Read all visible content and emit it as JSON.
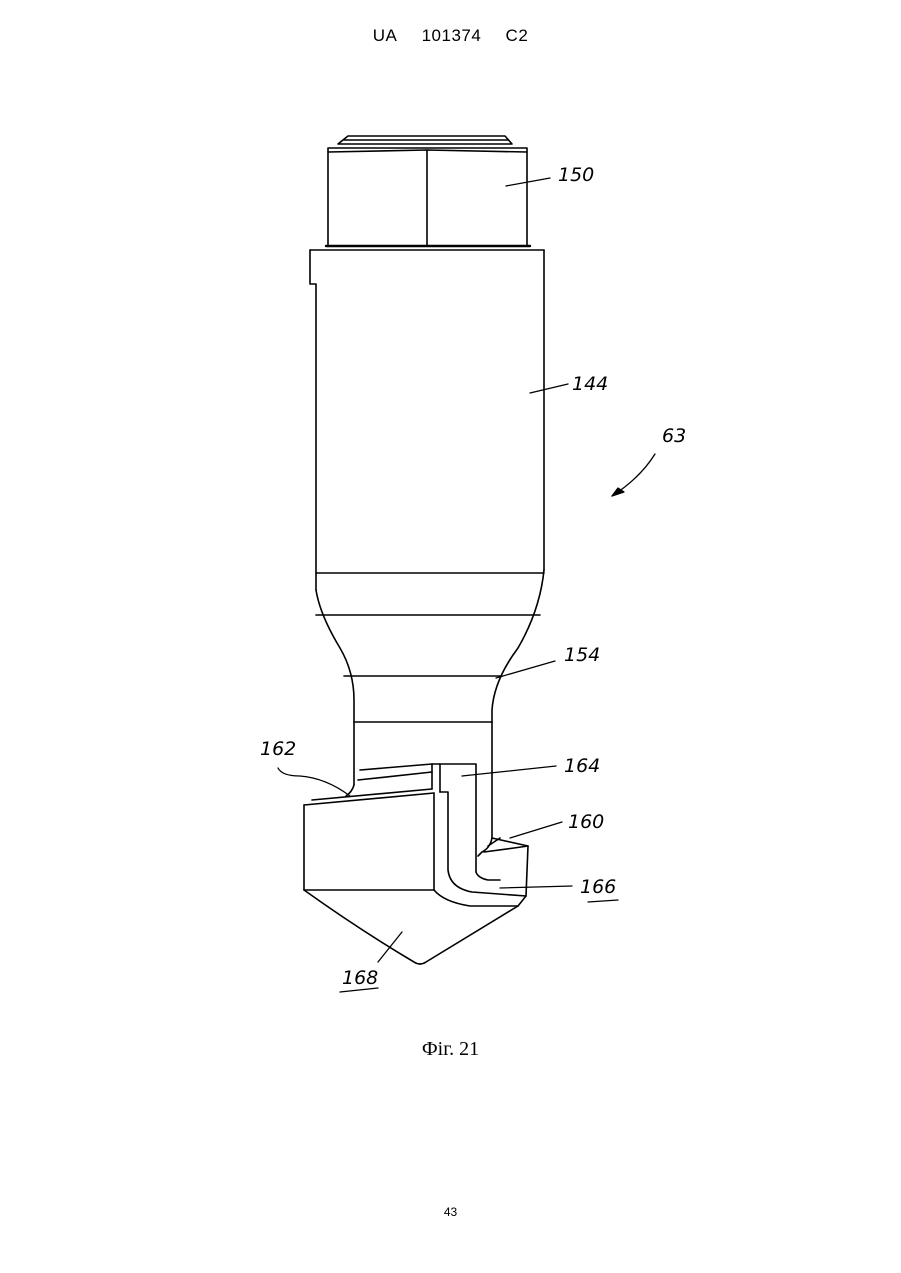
{
  "header": {
    "country": "UA",
    "number": "101374",
    "kind": "C2"
  },
  "figure": {
    "caption": "Фіг. 21",
    "labels": {
      "l150": "150",
      "l144": "144",
      "l63": "63",
      "l154": "154",
      "l162": "162",
      "l164": "164",
      "l160": "160",
      "l166": "166",
      "l168": "168"
    }
  },
  "page_number": "43"
}
